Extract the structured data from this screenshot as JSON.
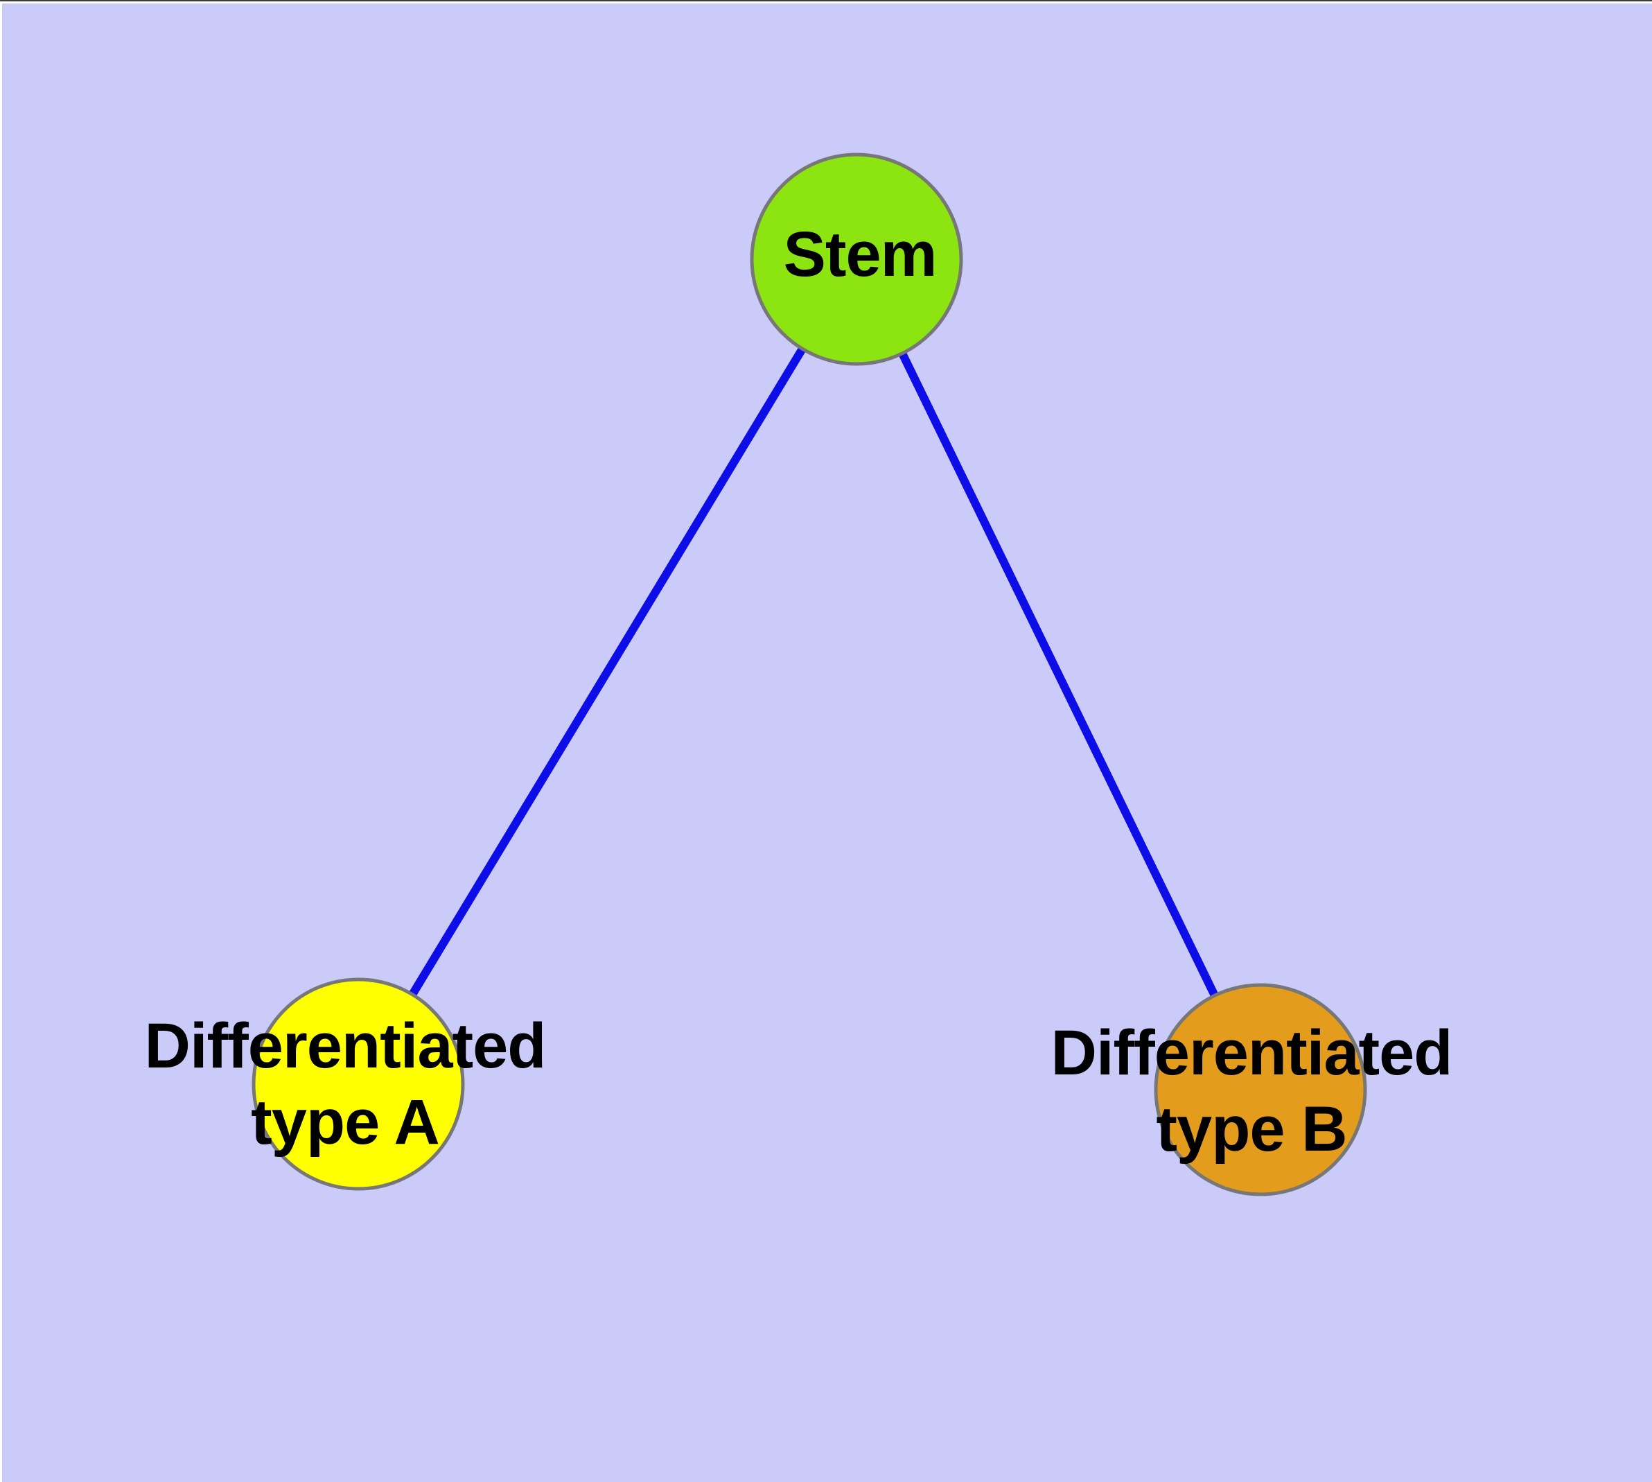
{
  "figure": {
    "type": "graph-diagram",
    "background_color": "#cbcbfa",
    "frame_color": "#ffffff",
    "top_edge_line_color": "#3c3c3c"
  },
  "edges": {
    "color": "#0d0de8",
    "items": [
      {
        "from": "stem",
        "to": "differentiated-type-a"
      },
      {
        "from": "stem",
        "to": "differentiated-type-b"
      }
    ]
  },
  "nodes": {
    "border_color": "#777777",
    "label_color": "#000000",
    "stem": {
      "label": "Stem",
      "fill": "#8ce410"
    },
    "type_a": {
      "lines": [
        "Differentiated",
        "type A"
      ],
      "fill": "#ffff00"
    },
    "type_b": {
      "lines": [
        "Differentiated",
        "type B"
      ],
      "fill": "#e49c1c"
    }
  }
}
